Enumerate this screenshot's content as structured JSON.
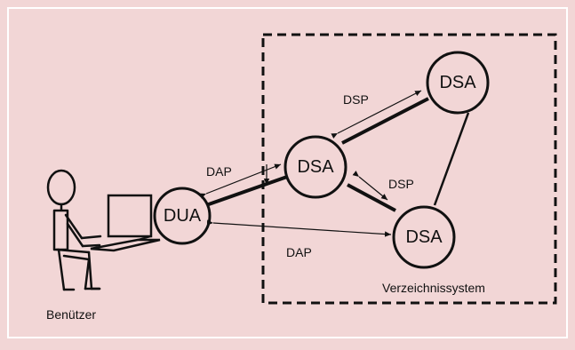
{
  "diagram": {
    "boundary": {
      "label": "Verzeichnissystem"
    },
    "user": {
      "label": "Benützer"
    },
    "nodes": {
      "dua": "DUA",
      "dsa_center": "DSA",
      "dsa_top": "DSA",
      "dsa_bottom": "DSA"
    },
    "protocols": {
      "dap_upper": "DAP",
      "dap_lower": "DAP",
      "dsp_upper": "DSP",
      "dsp_lower": "DSP"
    },
    "colors": {
      "background": "#f2d6d6",
      "frame": "#ffffff",
      "stroke": "#111111",
      "node_fill": "#f2d6d6"
    }
  }
}
